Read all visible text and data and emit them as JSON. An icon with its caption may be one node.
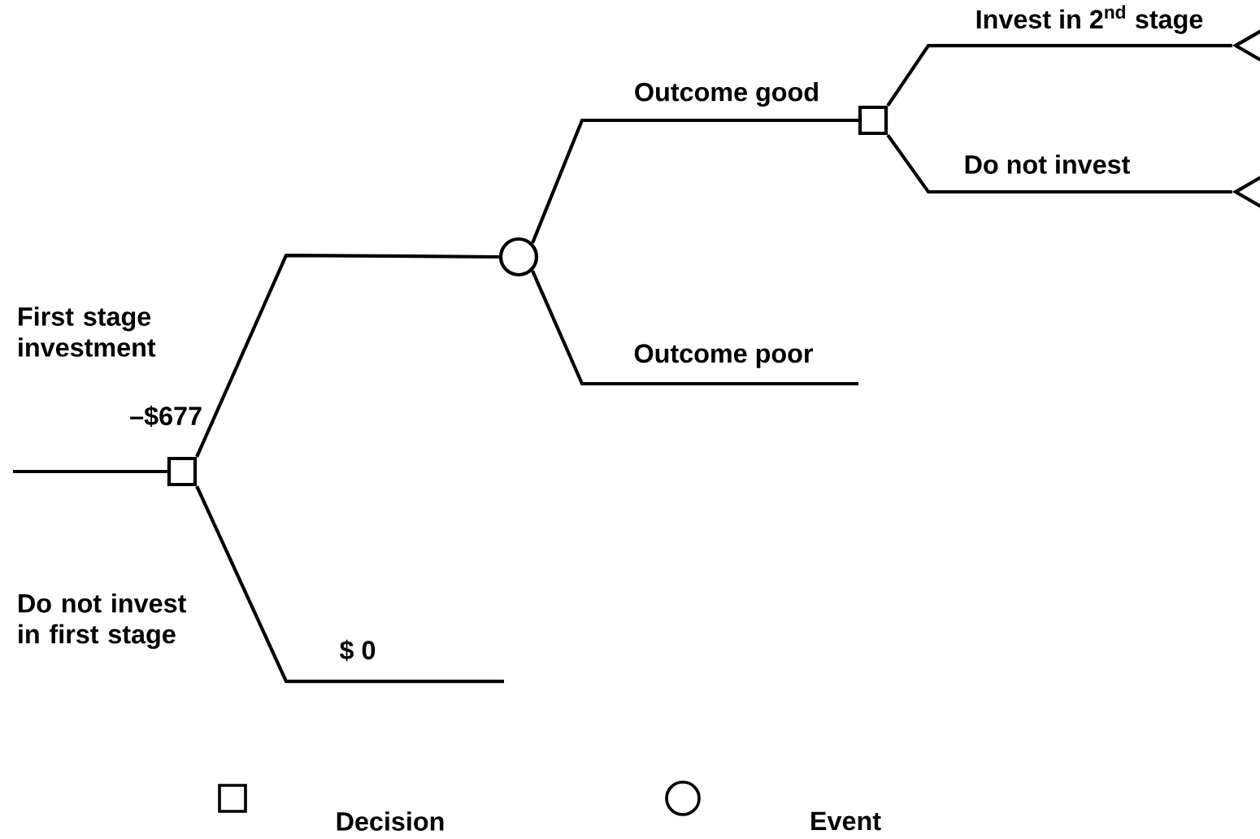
{
  "diagram": {
    "nodes": [
      {
        "text": [],
        "shape": "box"
      },
      {
        "text": [],
        "shape": "circle"
      },
      {
        "text": [],
        "shape": "box"
      },
      {
        "text": [],
        "shape": "triangle"
      },
      {
        "text": [],
        "shape": "triangle"
      }
    ],
    "edges": [
      {
        "from": null,
        "to": 0,
        "arrow": "none"
      },
      {
        "from": 0,
        "to": 1,
        "arrow": "none",
        "label": "First stage investment"
      },
      {
        "from": 0,
        "to": null,
        "arrow": "none",
        "label": "Do not invest in first stage"
      },
      {
        "from": 1,
        "to": 2,
        "arrow": "none",
        "label": "Outcome good"
      },
      {
        "from": 1,
        "to": null,
        "arrow": "none",
        "label": "Outcome poor"
      },
      {
        "from": 2,
        "to": 3,
        "arrow": "none",
        "label": "Invest in 2$^{nd}$ stage"
      },
      {
        "from": 2,
        "to": 4,
        "arrow": "none",
        "label": "Do not invest"
      }
    ],
    "labels": [
      "–$677",
      "$ 0"
    ],
    "legend": [
      {
        "text": "Decision"
      },
      {
        "text": "Event"
      }
    ]
  }
}
